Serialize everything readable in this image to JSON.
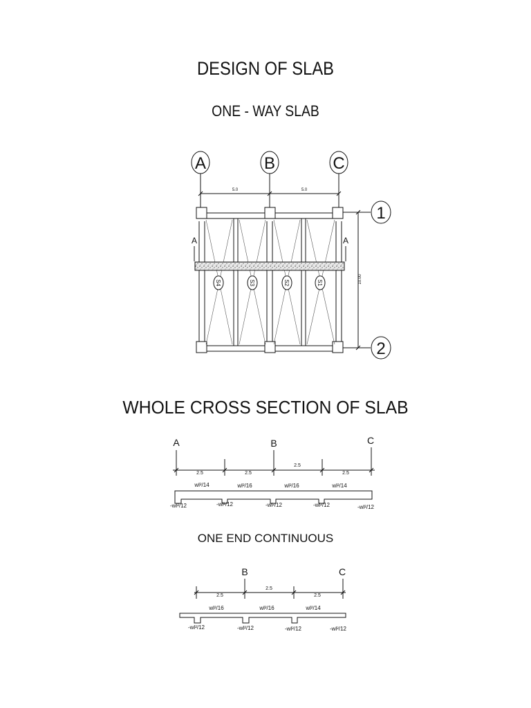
{
  "document": {
    "title": "DESIGN OF SLAB",
    "subtitle": "ONE - WAY SLAB",
    "section_heading": "WHOLE CROSS SECTION OF SLAB",
    "section2_heading": "ONE END CONTINUOUS"
  },
  "plan": {
    "grid_columns": [
      "A",
      "B",
      "C"
    ],
    "grid_rows": [
      "1",
      "2"
    ],
    "span_ab": "5.0",
    "span_bc": "5.0",
    "vertical_dim": "10.00",
    "section_marker": "A",
    "slab_labels": [
      "S4",
      "S3",
      "S2",
      "S1"
    ]
  },
  "whole_section": {
    "supports": [
      "A",
      "B",
      "C"
    ],
    "spans": [
      "2.5",
      "2.5",
      "2.5",
      "2.5"
    ],
    "positive_moments": [
      "wl²/14",
      "wl²/16",
      "wl²/16",
      "wl²/14"
    ],
    "negative_moments": [
      "-wl²/12",
      "-wl²/12",
      "-wl²/12",
      "-wl²/12",
      "-wl²/12"
    ]
  },
  "one_end_section": {
    "supports": [
      "B",
      "C"
    ],
    "spans": [
      "2.5",
      "2.5",
      "2.5"
    ],
    "positive_moments": [
      "wl²/16",
      "wl²/16",
      "wl²/14"
    ],
    "negative_moments": [
      "-wl²/12",
      "-wl²/12",
      "-wl²/12",
      "-wl²/12"
    ]
  }
}
